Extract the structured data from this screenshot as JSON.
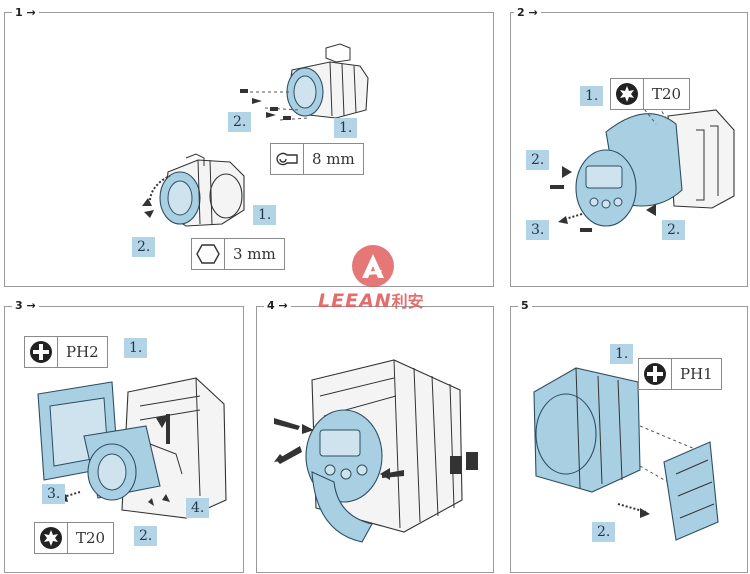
{
  "panels": [
    {
      "tag": "1 →",
      "labels": [
        "1.",
        "2.",
        "1.",
        "2."
      ],
      "tools": [
        {
          "icon": "wrench-icon",
          "text": "8 mm"
        },
        {
          "icon": "hex-key-icon",
          "text": "3 mm"
        }
      ]
    },
    {
      "tag": "2 →",
      "labels": [
        "1.",
        "2.",
        "3.",
        "2."
      ],
      "tools": [
        {
          "icon": "torx-icon",
          "text": "T20"
        }
      ]
    },
    {
      "tag": "3 →",
      "labels": [
        "1.",
        "3.",
        "4.",
        "2."
      ],
      "tools": [
        {
          "icon": "phillips-icon",
          "text": "PH2"
        },
        {
          "icon": "torx-icon",
          "text": "T20"
        }
      ]
    },
    {
      "tag": "4 →",
      "labels": [],
      "tools": []
    },
    {
      "tag": "5",
      "labels": [
        "1.",
        "2."
      ],
      "tools": [
        {
          "icon": "phillips-icon",
          "text": "PH1"
        }
      ]
    }
  ],
  "watermark": {
    "latin": "LEEAN",
    "cjk": "利安",
    "color": "#e05555"
  }
}
